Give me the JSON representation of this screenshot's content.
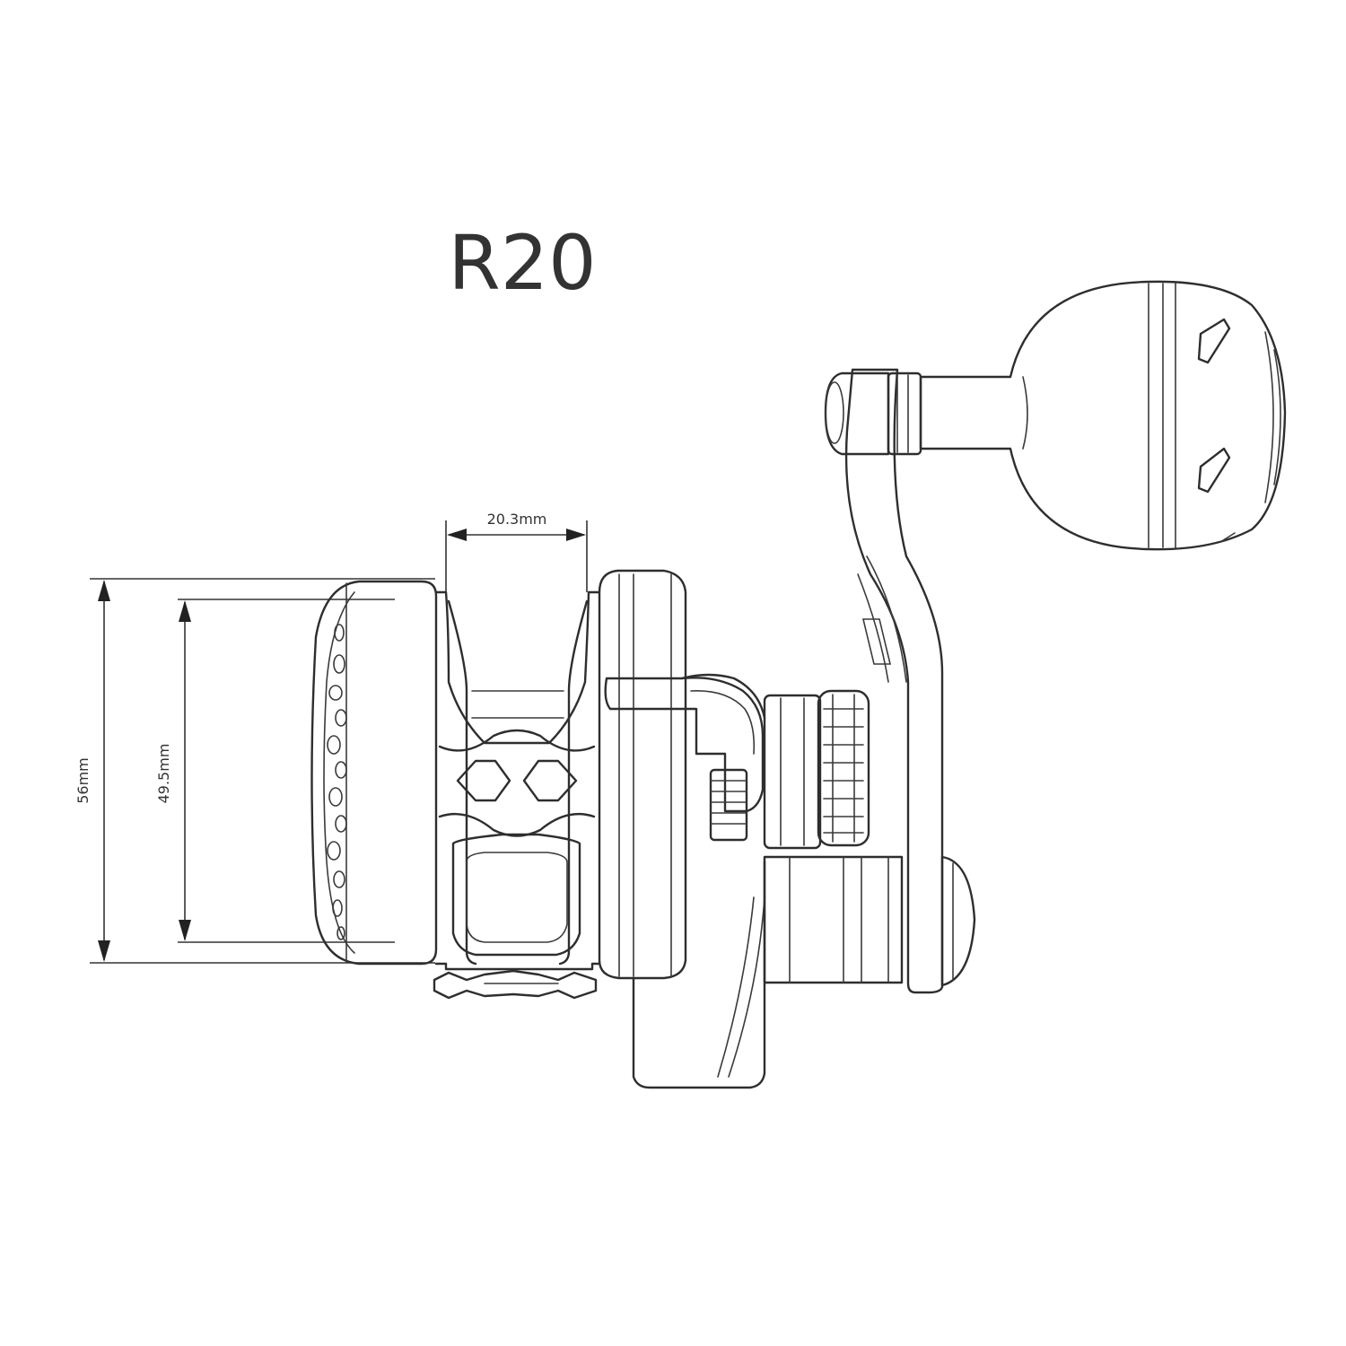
{
  "diagram": {
    "title": "R20",
    "dimensions": {
      "spool_width": "20.3mm",
      "outer_height": "56mm",
      "inner_height": "49.5mm"
    },
    "colors": {
      "line": "#2e2e2e",
      "background": "#ffffff"
    }
  }
}
